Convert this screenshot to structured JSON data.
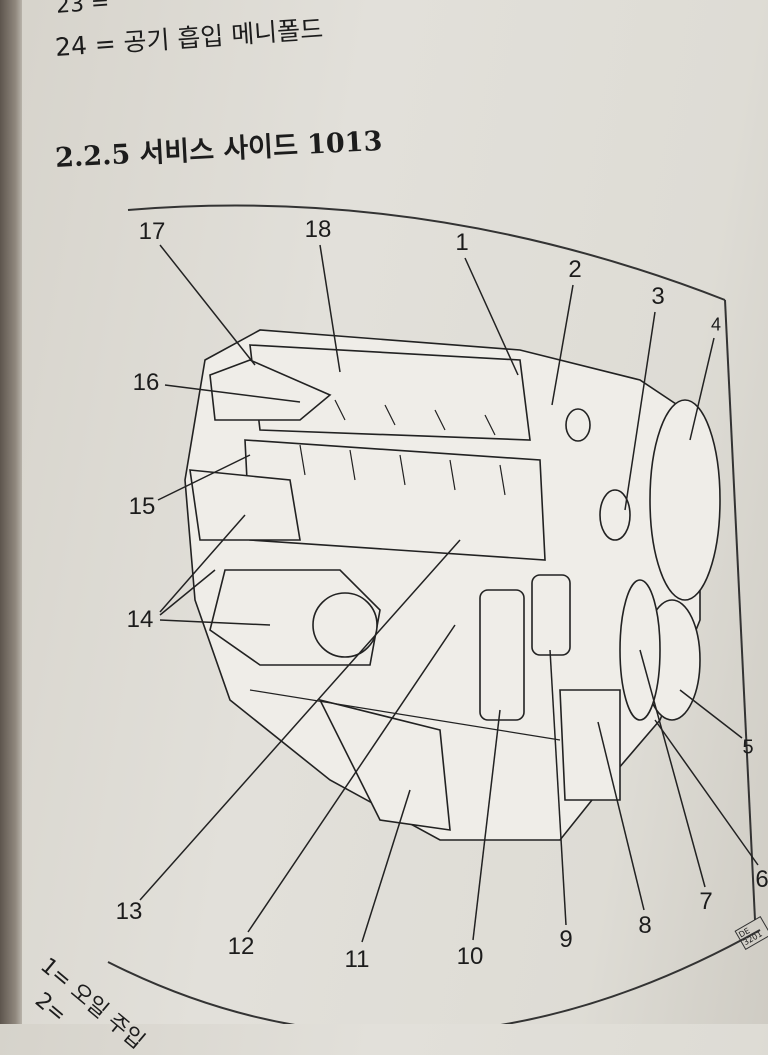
{
  "page": {
    "previous_caption_fragment": "23 =",
    "caption_24": "24 = 공기 흡입 메니폴드",
    "section_heading": "2.2.5 서비스 사이드 1013",
    "footer_caption_1": "1= 오일 주입",
    "footer_caption_2": "2="
  },
  "diagram": {
    "image_code": "DE 3201",
    "callouts": [
      "1",
      "2",
      "3",
      "4",
      "5",
      "6",
      "7",
      "8",
      "9",
      "10",
      "11",
      "12",
      "13",
      "14",
      "15",
      "16",
      "17",
      "18"
    ]
  }
}
